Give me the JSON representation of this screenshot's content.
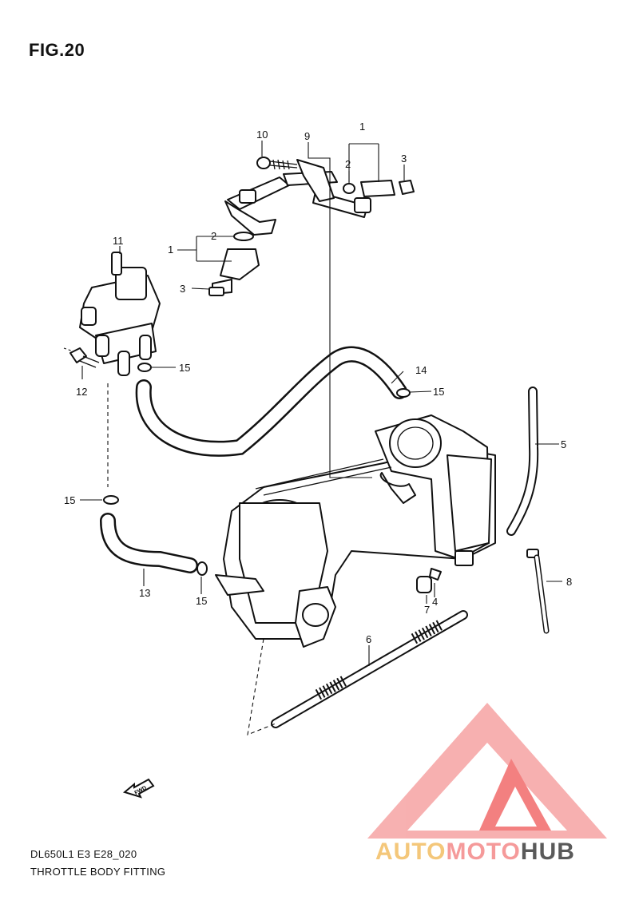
{
  "figure": {
    "title": "FIG.20",
    "model_code": "DL650L1 E3 E28_020",
    "name": "THROTTLE BODY FITTING"
  },
  "callouts": {
    "c1_top": "1",
    "c1_left": "1",
    "c2_top": "2",
    "c2_left": "2",
    "c3_top": "3",
    "c3_left": "3",
    "c4": "4",
    "c5": "5",
    "c6": "6",
    "c7": "7",
    "c8": "8",
    "c9": "9",
    "c10": "10",
    "c11": "11",
    "c12": "12",
    "c13": "13",
    "c14": "14",
    "c15_a": "15",
    "c15_b": "15",
    "c15_c": "15",
    "c15_d": "15"
  },
  "fwd_label": "FWD",
  "watermark": {
    "part1": "AUTO",
    "part2": "MOTO",
    "part3": "HUB",
    "colors": {
      "auto": "#f4c77a",
      "moto": "#f59a9a",
      "hub": "#5a5a5a",
      "triangle": "#f26b6b"
    }
  }
}
